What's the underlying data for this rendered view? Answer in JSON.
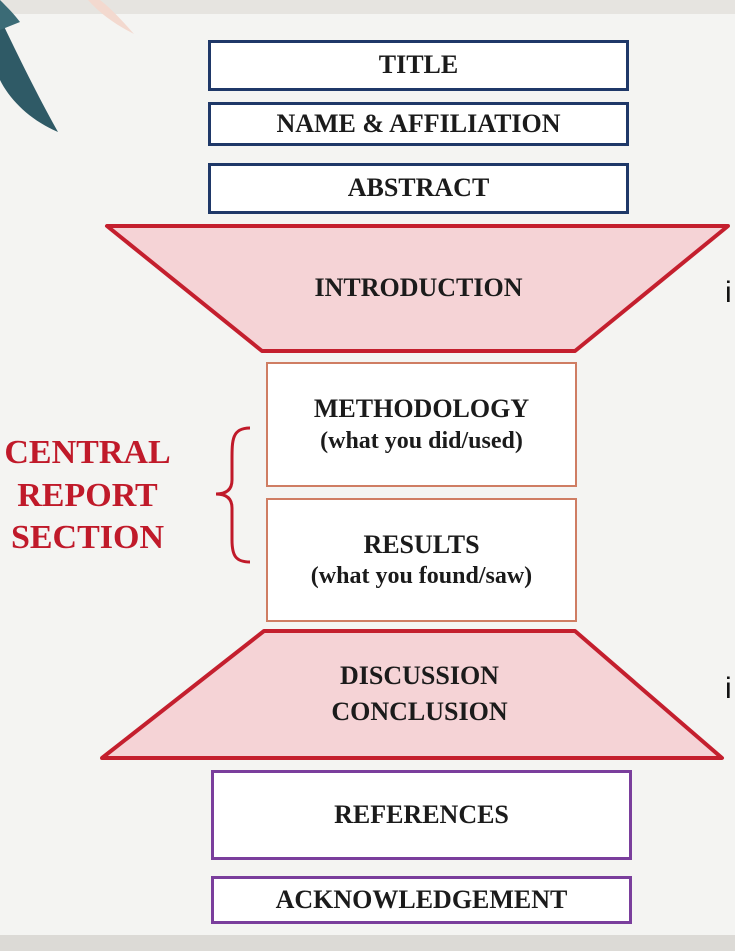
{
  "diagram": {
    "title_box": "TITLE",
    "name_box": "NAME & AFFILIATION",
    "abstract_box": "ABSTRACT",
    "introduction": "INTRODUCTION",
    "methodology": {
      "heading": "METHODOLOGY",
      "note": "(what you did/used)"
    },
    "results": {
      "heading": "RESULTS",
      "note": "(what you found/saw)"
    },
    "discussion": {
      "line1": "DISCUSSION",
      "line2": "CONCLUSION"
    },
    "references_box": "REFERENCES",
    "acknowledgement_box": "ACKNOWLEDGEMENT",
    "central_label": {
      "line1": "CENTRAL",
      "line2": "REPORT",
      "line3": "SECTION"
    },
    "right_edge_chars": [
      "i",
      "i"
    ]
  },
  "colors": {
    "navy_border": "#1f3868",
    "red_border": "#c41f2e",
    "pink_fill": "#f5d3d6",
    "orange_border": "#cf7d63",
    "purple_border": "#7a3e9c",
    "label_red": "#c01a2a"
  }
}
